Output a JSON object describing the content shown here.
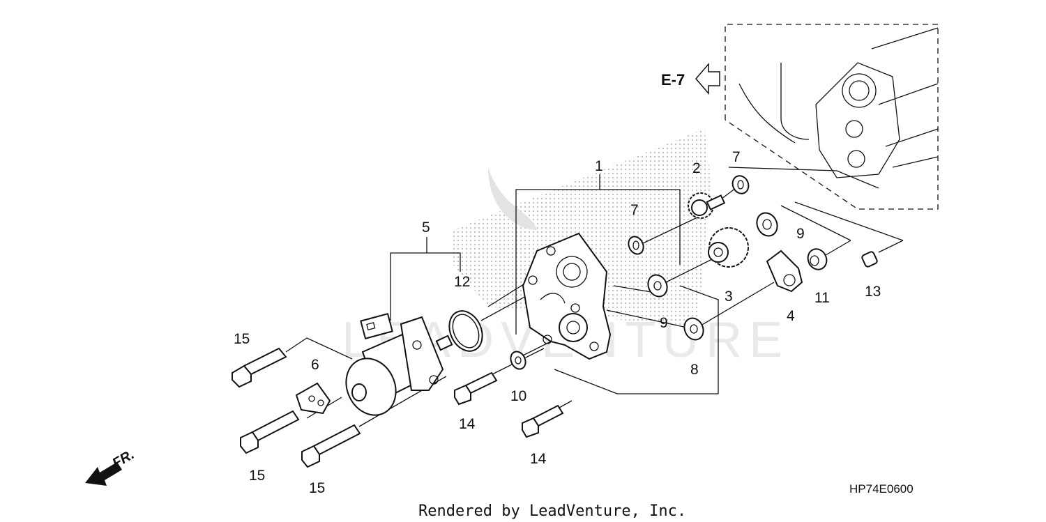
{
  "diagram": {
    "reference_arrow_label": "E-7",
    "drawing_code": "HP74E0600",
    "footer_credit": "Rendered by LeadVenture, Inc.",
    "front_indicator": "FR.",
    "watermark": "LEADVENTURE",
    "callouts": [
      "1",
      "2",
      "3",
      "4",
      "5",
      "6",
      "7",
      "7",
      "8",
      "9",
      "9",
      "10",
      "11",
      "12",
      "13",
      "14",
      "14",
      "15",
      "15",
      "15"
    ]
  }
}
